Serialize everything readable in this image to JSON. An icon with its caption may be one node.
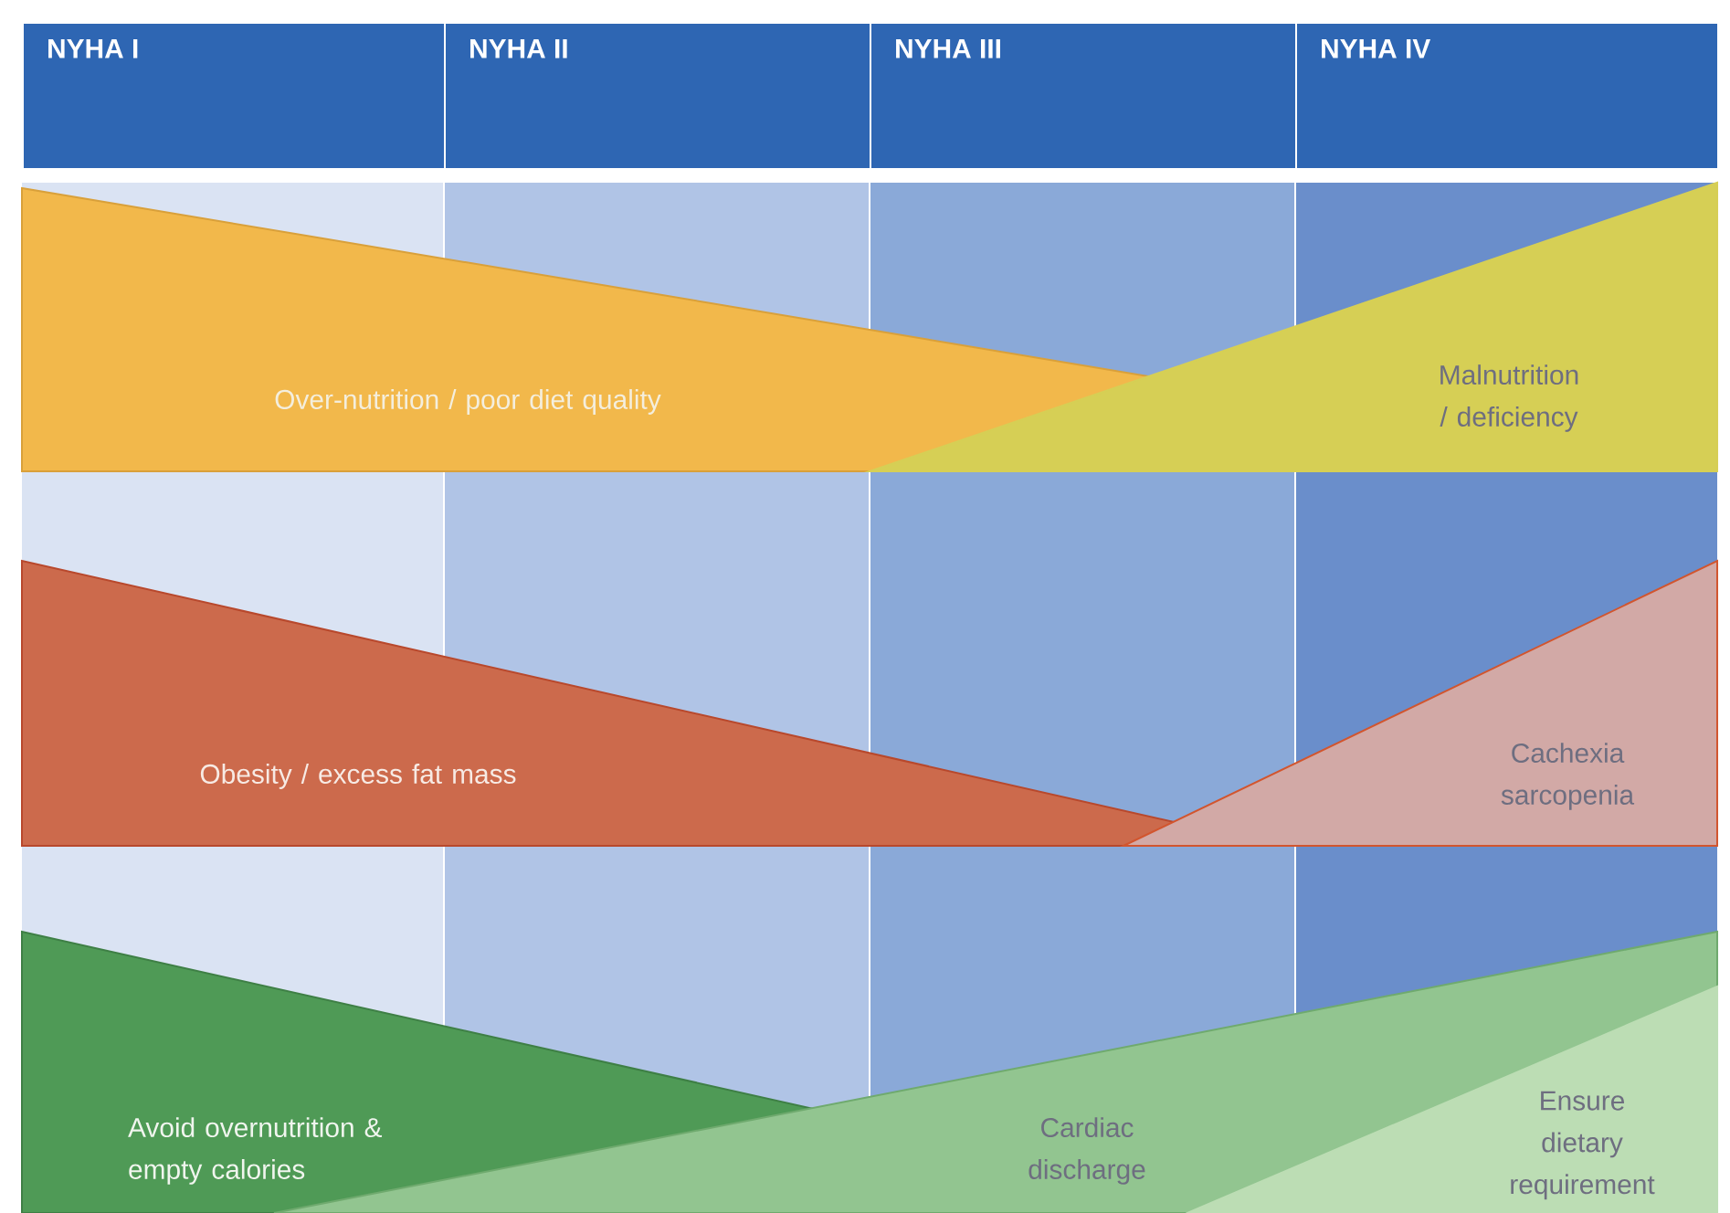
{
  "diagram": {
    "nodes": [
      {
        "text": [
          "NYHA I"
        ]
      },
      {
        "text": [
          "NYHA II"
        ]
      },
      {
        "text": [
          "NYHA III"
        ]
      },
      {
        "text": [
          "NYHA IV"
        ]
      }
    ],
    "labels": [
      "Over-nutrition / poor diet quality",
      "Malnutrition / deficiency",
      "Obesity / excess fat mass",
      "Cachexia sarcopenia",
      "Avoid overnutrition & empty calories",
      "Cardiac discharge",
      "Ensure dietary requirement"
    ]
  }
}
